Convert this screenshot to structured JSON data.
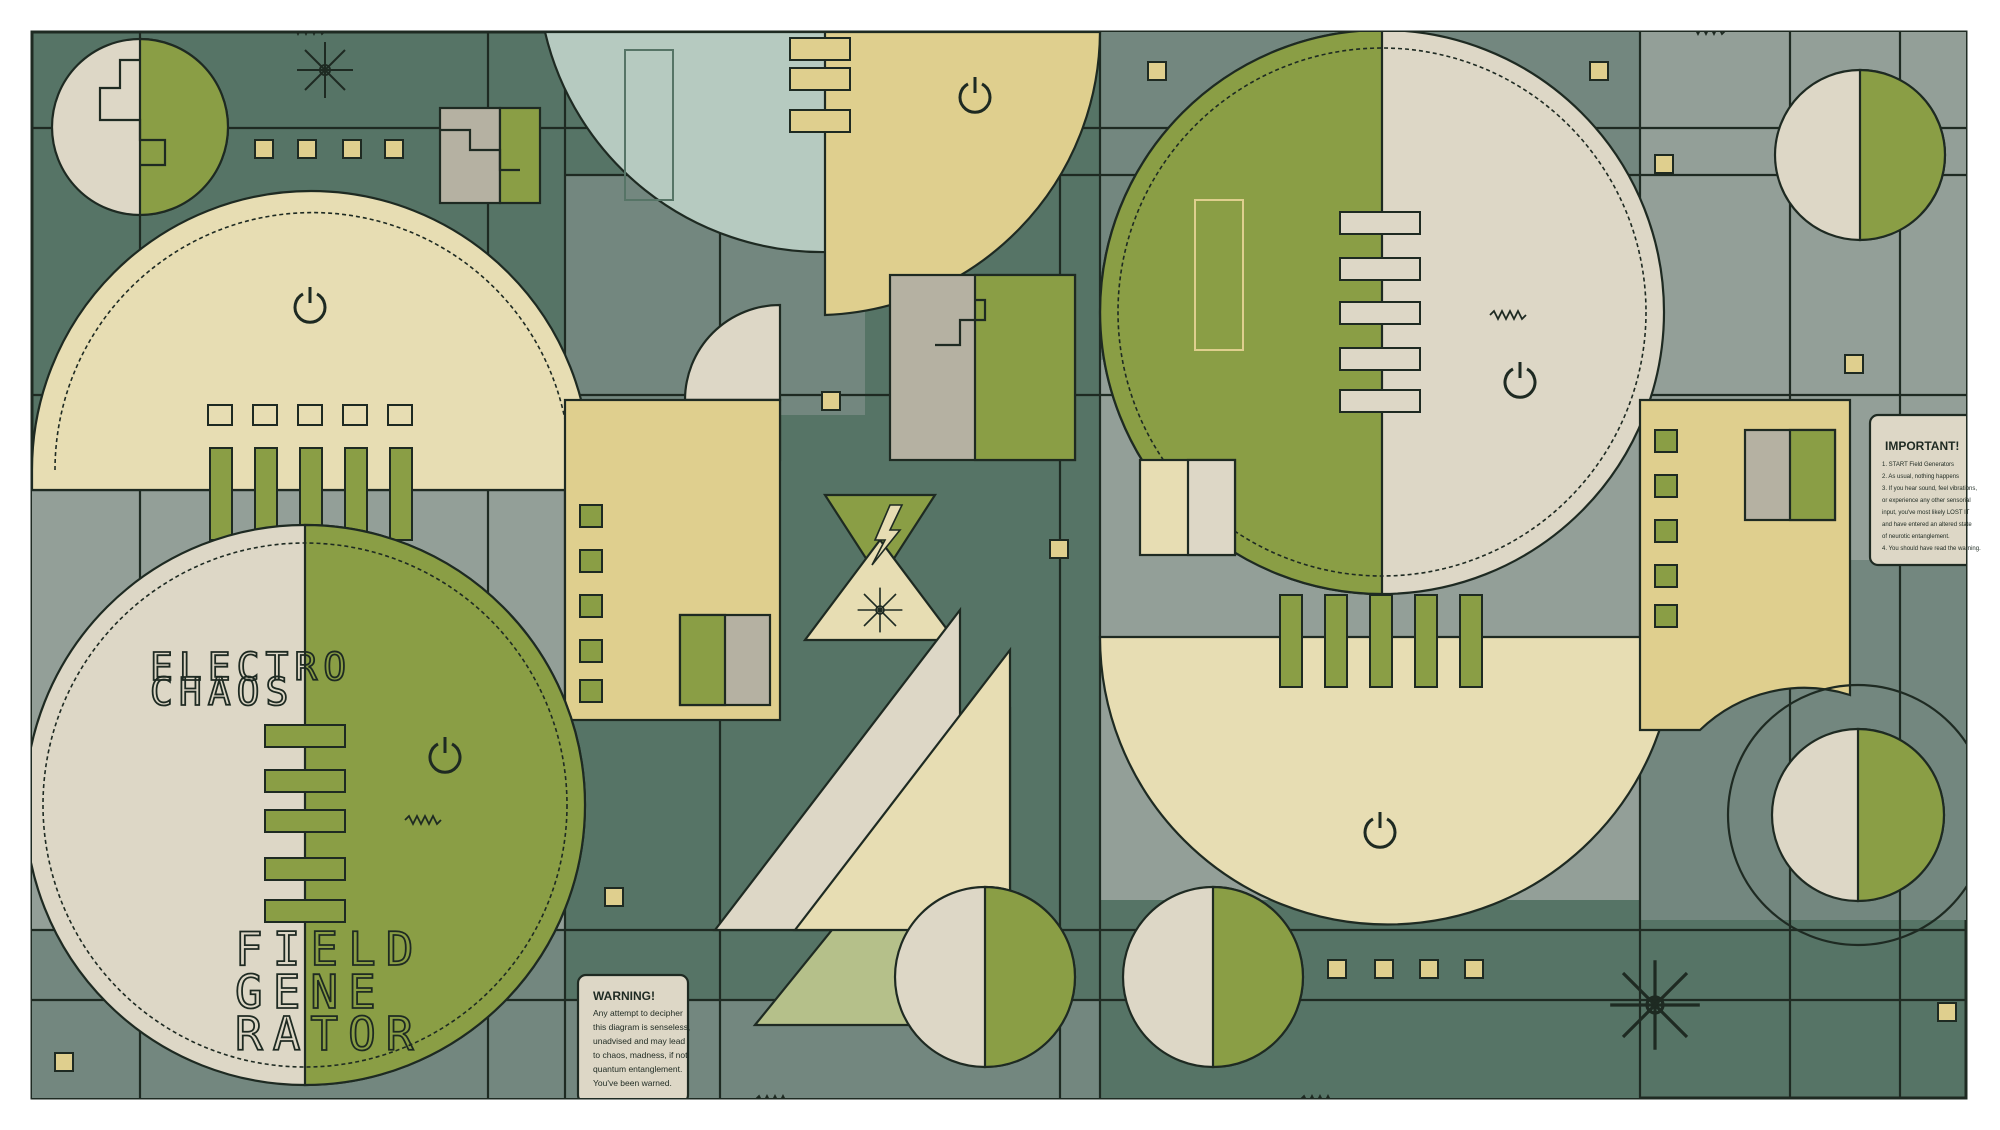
{
  "palette": {
    "dark_green": "#567466",
    "grey_green": "#73877f",
    "light_grey": "#939f98",
    "olive": "#8a9e45",
    "cream": "#e7ddb3",
    "stone": "#ddd7c6",
    "khaki": "#dfcf8e",
    "mint": "#b6cac0",
    "taupe": "#b5b1a2",
    "ink": "#1e2a22",
    "plate": "#ddd7c6"
  },
  "title": {
    "line1": "ELECTRO",
    "line2": "CHAOS",
    "field_lines": [
      "FIELD",
      "GENE",
      "RATOR"
    ]
  },
  "warning": {
    "heading": "WARNING!",
    "lines": [
      "Any attempt to decipher",
      "this diagram is senseless,",
      "unadvised and may lead",
      "to chaos, madness, if not",
      "quantum entanglement.",
      "You've been warned."
    ]
  },
  "important": {
    "heading": "IMPORTANT!",
    "items": [
      "1.  START Field Generators",
      "2.  As usual, nothing happens",
      "3.  If you hear sound, feel vibrations,",
      "     or experience any other sensorial",
      "     input, you've most likely LOST IT",
      "     and have entered an altered state",
      "     of neurotic entanglement.",
      "4.  You should have read the warning."
    ]
  },
  "icons": [
    "power-icon",
    "chaos-star-icon",
    "lightning-icon",
    "resistor-icon",
    "stairstep-icon"
  ]
}
